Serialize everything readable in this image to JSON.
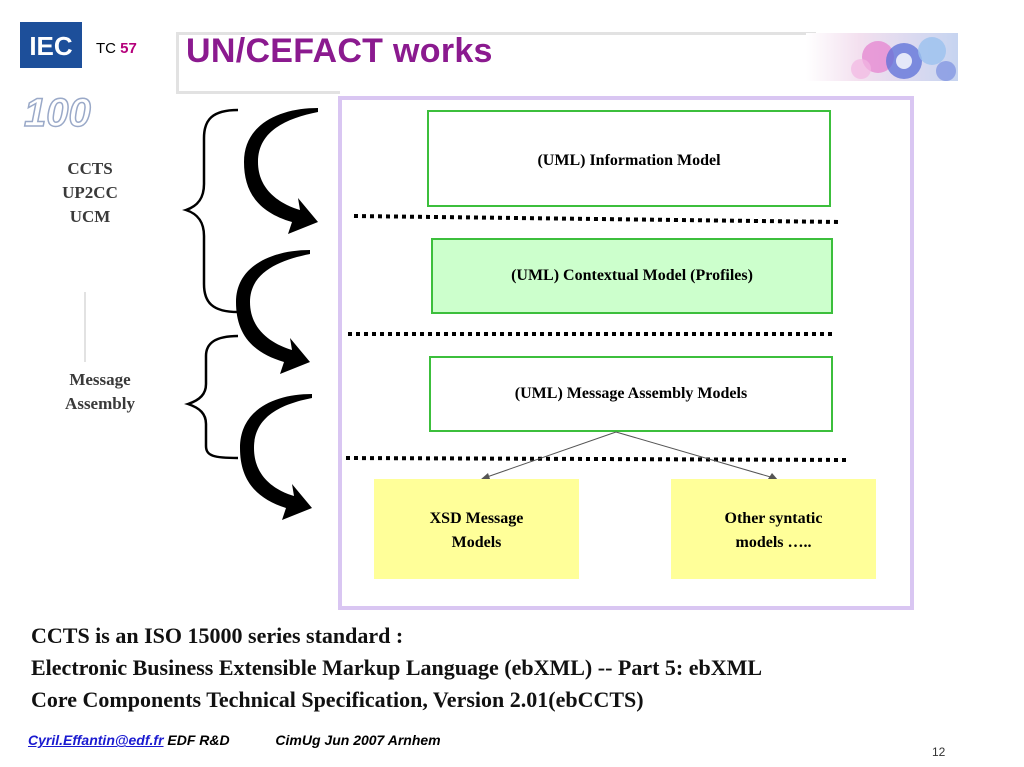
{
  "header": {
    "logo_text": "IEC",
    "logo_badge": "100",
    "tc_prefix": "TC",
    "tc_number": "57",
    "title": "UN/CEFACT works"
  },
  "side_labels": {
    "group1": [
      "CCTS",
      "UP2CC",
      "UCM"
    ],
    "group2": [
      "Message",
      "Assembly"
    ]
  },
  "models": {
    "information": "(UML) Information Model",
    "contextual": "(UML) Contextual Model (Profiles)",
    "message_assembly": "(UML) Message Assembly Models",
    "xsd": [
      "XSD Message",
      "Models"
    ],
    "other": [
      "Other syntatic",
      "models ….."
    ]
  },
  "bottom_text": [
    "CCTS is an ISO 15000 series standard :",
    "Electronic Business Extensible Markup Language (ebXML) -- Part 5:  ebXML",
    "Core Components Technical Specification, Version 2.01(ebCCTS)"
  ],
  "footer": {
    "email": "Cyril.Effantin@edf.fr",
    "org": "EDF R&D",
    "event": "CimUg Jun 2007 Arnhem",
    "page_number": "12"
  },
  "colors": {
    "title": "#8b1a8f",
    "panel_border": "#d9c6f2",
    "model_border": "#3cbf3c",
    "contextual_fill": "#ccffcc",
    "syntax_fill": "#ffff99",
    "logo_blue": "#1d4f9a"
  }
}
